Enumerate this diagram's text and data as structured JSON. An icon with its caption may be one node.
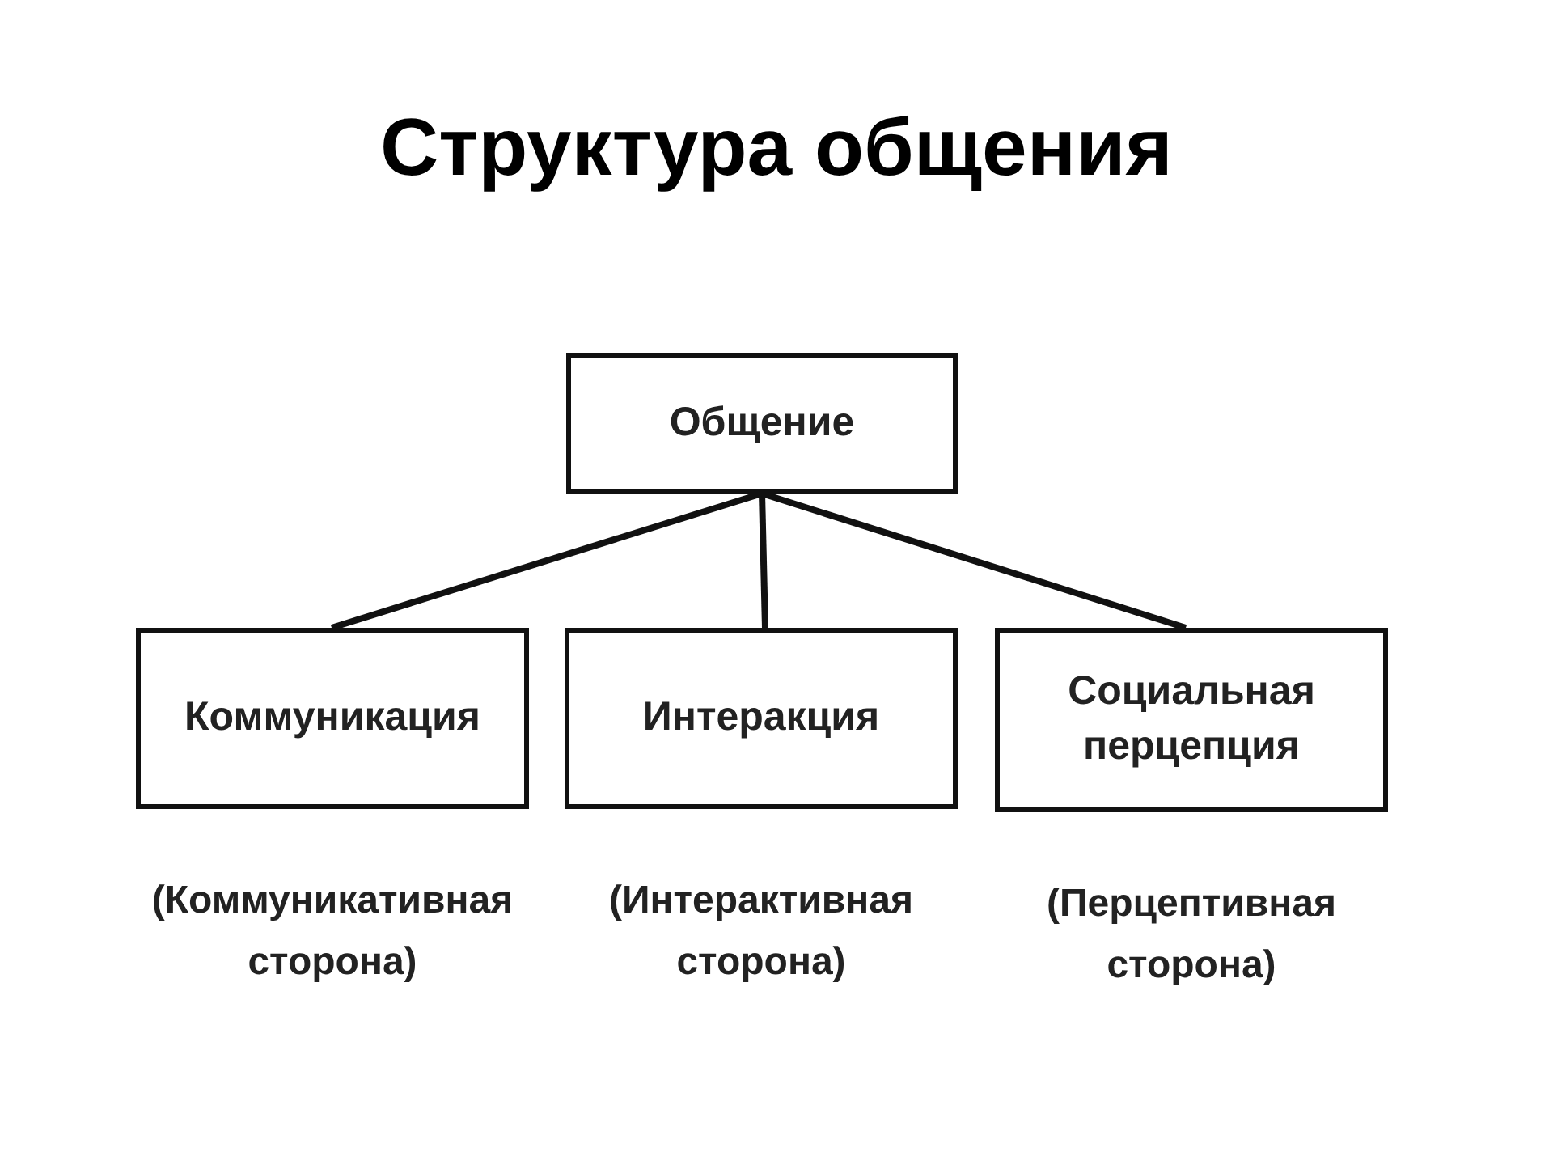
{
  "diagram": {
    "title": "Структура общения",
    "nodes": [
      {
        "text": [
          "Общение"
        ]
      },
      {
        "text": [
          "Коммуникация"
        ],
        "beside": [
          "(Коммуникативная сторона)"
        ]
      },
      {
        "text": [
          "Интеракция"
        ],
        "beside": [
          "(Интерактивная сторона)"
        ]
      },
      {
        "text": [
          "Социальная перцепция"
        ],
        "beside": [
          "(Перцептивная сторона)"
        ]
      }
    ],
    "edges": [
      {
        "from": 0,
        "to": 1,
        "arrow": "none"
      },
      {
        "from": 0,
        "to": 2,
        "arrow": "none"
      },
      {
        "from": 0,
        "to": 3,
        "arrow": "none"
      }
    ]
  }
}
